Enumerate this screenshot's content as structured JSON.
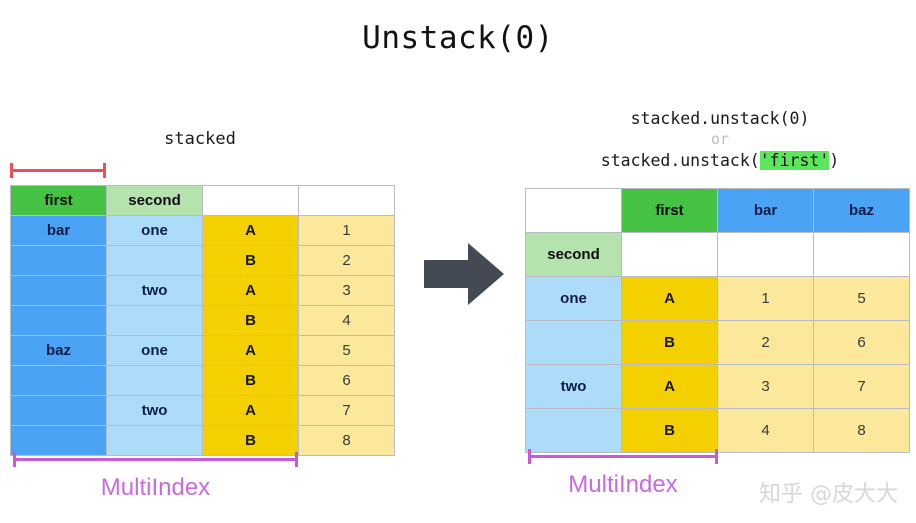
{
  "title": "Unstack(0)",
  "left_panel": {
    "caption": "stacked",
    "multiindex_label": "MultiIndex",
    "table": {
      "header": [
        "first",
        "second",
        "",
        ""
      ],
      "rows": [
        [
          "bar",
          "one",
          "A",
          "1"
        ],
        [
          "",
          "",
          "B",
          "2"
        ],
        [
          "",
          "two",
          "A",
          "3"
        ],
        [
          "",
          "",
          "B",
          "4"
        ],
        [
          "baz",
          "one",
          "A",
          "5"
        ],
        [
          "",
          "",
          "B",
          "6"
        ],
        [
          "",
          "two",
          "A",
          "7"
        ],
        [
          "",
          "",
          "B",
          "8"
        ]
      ]
    }
  },
  "right_panel": {
    "code_line1": "stacked.unstack(0)",
    "code_or": "or",
    "code_line3_prefix": "stacked.unstack(",
    "code_line3_arg": "'first'",
    "code_line3_suffix": ")",
    "multiindex_label": "MultiIndex",
    "table": {
      "header_row1": [
        "",
        "first",
        "bar",
        "baz"
      ],
      "header_row2": [
        "second",
        "",
        "",
        ""
      ],
      "rows": [
        [
          "one",
          "A",
          "1",
          "5"
        ],
        [
          "",
          "B",
          "2",
          "6"
        ],
        [
          "two",
          "A",
          "3",
          "7"
        ],
        [
          "",
          "B",
          "4",
          "8"
        ]
      ]
    }
  },
  "arrow": {
    "name": "right-arrow",
    "color": "#434a54"
  },
  "colors": {
    "green": "#45c144",
    "light_green": "#b5e3ad",
    "blue": "#4aa3f5",
    "light_blue": "#addcfb",
    "gold": "#f5d000",
    "light_gold": "#fbe89a",
    "red_bracket": "#e8505b",
    "purple_bracket": "#c75ad8",
    "highlight_green": "#5ce65c"
  },
  "watermark": "知乎 @皮大大"
}
